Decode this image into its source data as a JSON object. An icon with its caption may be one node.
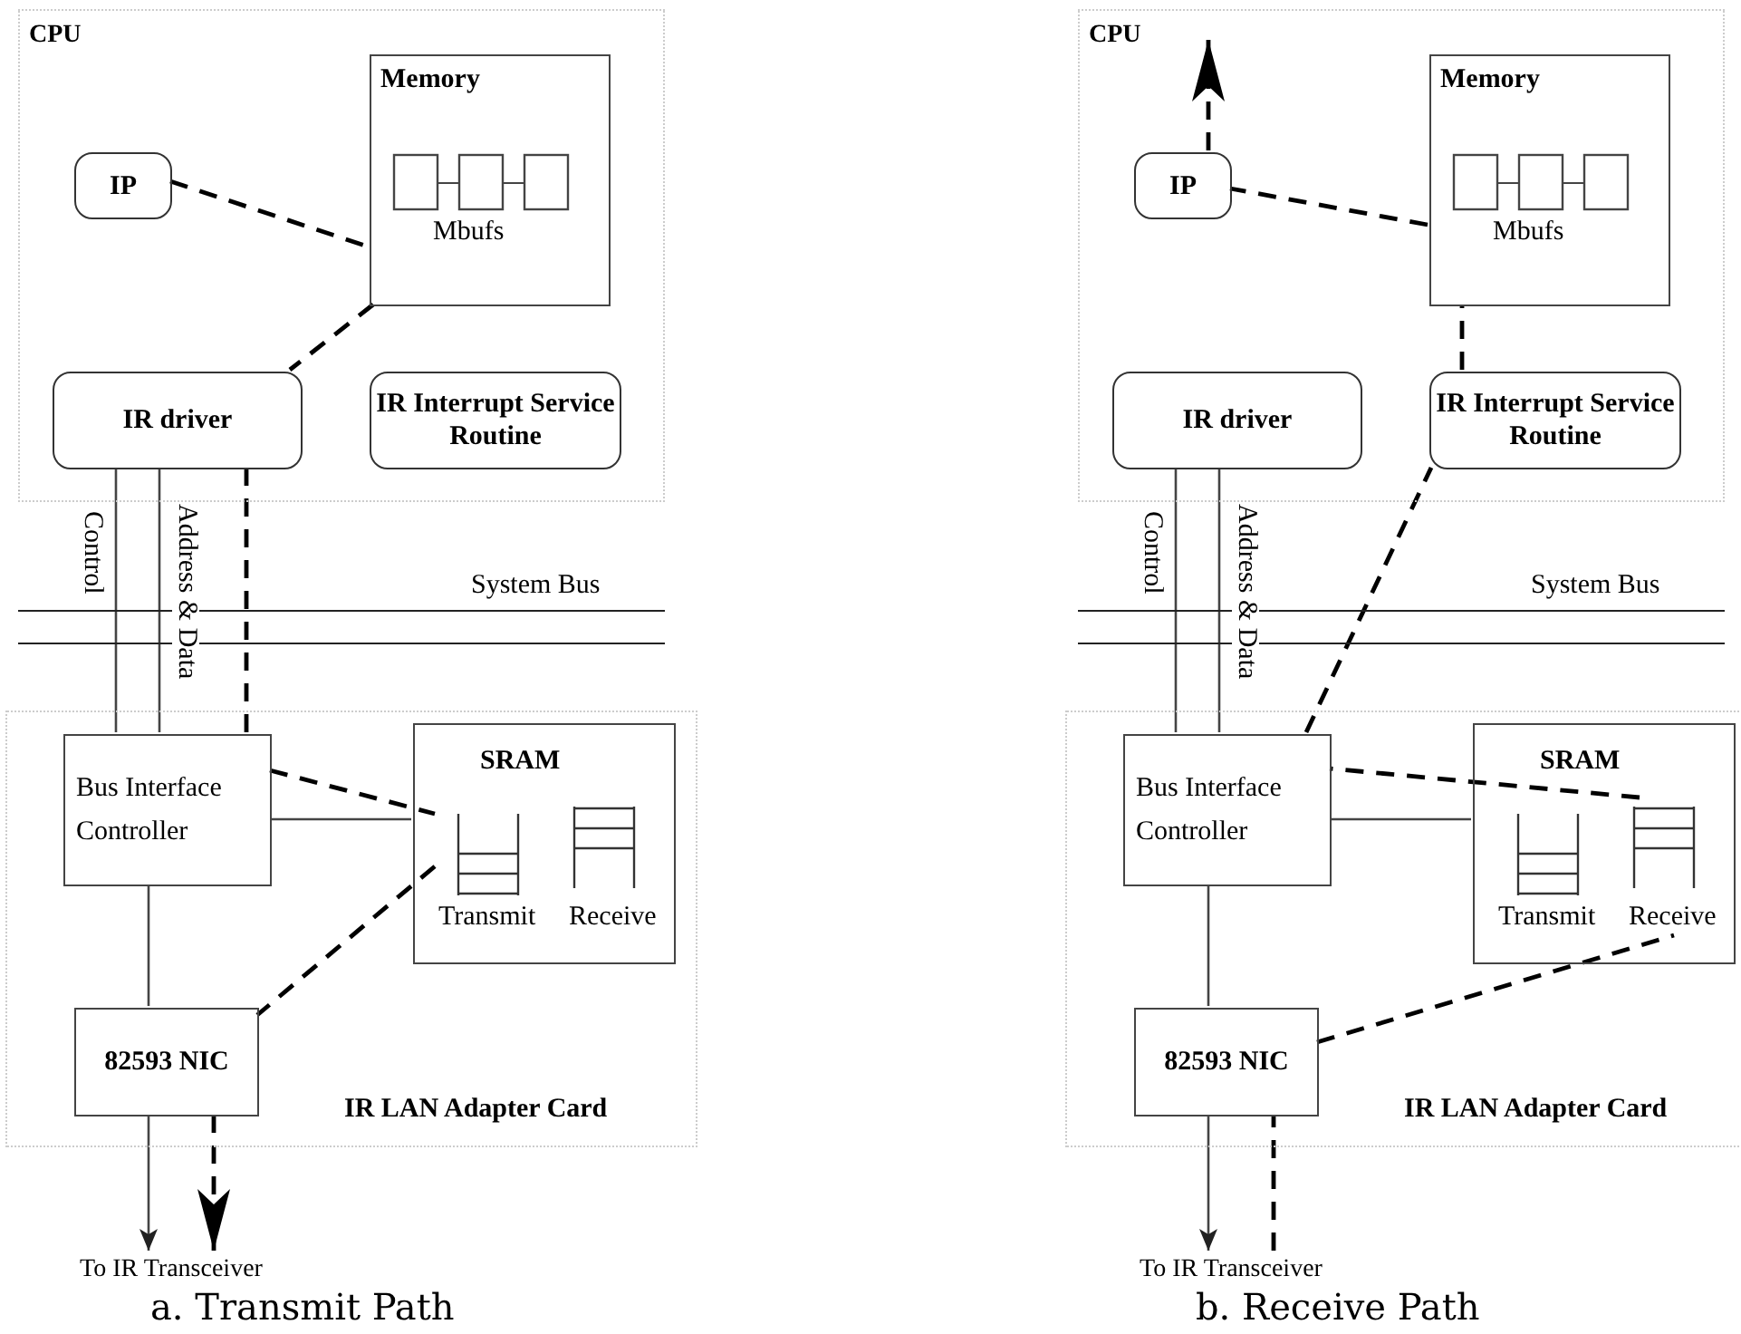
{
  "diagram": {
    "nodes": [
      {
        "text": [
          "CPU"
        ]
      },
      {
        "text": [
          "Memory",
          "Mbufs"
        ],
        "in": 0
      },
      {
        "text": [
          "IP"
        ],
        "in": 0
      },
      {
        "text": [
          "IR driver"
        ],
        "in": 0
      },
      {
        "text": [
          "IR Interrupt Service Routine"
        ],
        "in": 0
      },
      {
        "text": [
          "IR LAN Adapter Card"
        ]
      },
      {
        "text": [
          "Bus Interface Controller"
        ],
        "in": 5
      },
      {
        "text": [
          "SRAM"
        ],
        "in": 5
      },
      {
        "text": [
          "Transmit"
        ],
        "in": 7
      },
      {
        "text": [
          "Receive"
        ],
        "in": 7
      },
      {
        "text": [
          "82593 NIC"
        ],
        "in": 5
      },
      {
        "text": [
          "To IR Transceiver"
        ]
      },
      {
        "text": [
          "CPU"
        ]
      },
      {
        "text": [
          "Memory",
          "Mbufs"
        ],
        "in": 12
      },
      {
        "text": [
          "IP"
        ],
        "in": 12
      },
      {
        "text": [
          "IR driver"
        ],
        "in": 12
      },
      {
        "text": [
          "IR Interrupt Service Routine"
        ],
        "in": 12
      },
      {
        "text": [
          "IR LAN Adapter Card"
        ]
      },
      {
        "text": [
          "Bus Interface Controller"
        ],
        "in": 17
      },
      {
        "text": [
          "SRAM"
        ],
        "in": 17
      },
      {
        "text": [
          "Transmit"
        ],
        "in": 19
      },
      {
        "text": [
          "Receive"
        ],
        "in": 19
      },
      {
        "text": [
          "82593 NIC"
        ],
        "in": 17
      },
      {
        "text": [
          "To IR Transceiver"
        ]
      }
    ],
    "edges": [
      {
        "from": 6,
        "to": 7,
        "arrow": "none"
      },
      {
        "from": 6,
        "to": 10,
        "arrow": "none"
      },
      {
        "from": 10,
        "to": 11,
        "arrow": "to"
      },
      {
        "from": 3,
        "to": 6,
        "arrow": "none",
        "label": "Control"
      },
      {
        "from": 3,
        "to": 6,
        "arrow": "none",
        "label": "Address & Data"
      },
      {
        "from": 2,
        "to": 1,
        "arrow": "none",
        "style": "dashed"
      },
      {
        "from": 1,
        "to": 3,
        "arrow": "none",
        "style": "dashed"
      },
      {
        "from": 3,
        "to": 6,
        "arrow": "none",
        "style": "dashed"
      },
      {
        "from": 6,
        "to": 8,
        "arrow": "none",
        "style": "dashed"
      },
      {
        "from": 8,
        "to": 10,
        "arrow": "none",
        "style": "dashed"
      },
      {
        "from": 10,
        "to": 11,
        "arrow": "to",
        "style": "dashed"
      },
      {
        "from": 18,
        "to": 19,
        "arrow": "none"
      },
      {
        "from": 18,
        "to": 22,
        "arrow": "none"
      },
      {
        "from": 22,
        "to": 23,
        "arrow": "to"
      },
      {
        "from": 15,
        "to": 18,
        "arrow": "none",
        "label": "Control"
      },
      {
        "from": 15,
        "to": 18,
        "arrow": "none",
        "label": "Address & Data"
      },
      {
        "from": 23,
        "to": 22,
        "arrow": "none",
        "style": "dashed"
      },
      {
        "from": 22,
        "to": 21,
        "arrow": "none",
        "style": "dashed"
      },
      {
        "from": 21,
        "to": 18,
        "arrow": "none",
        "style": "dashed"
      },
      {
        "from": 18,
        "to": 16,
        "arrow": "none",
        "style": "dashed"
      },
      {
        "from": 16,
        "to": 13,
        "arrow": "none",
        "style": "dashed"
      },
      {
        "from": 13,
        "to": 14,
        "arrow": "none",
        "style": "dashed"
      },
      {
        "from": 14,
        "to": null,
        "arrow": "to",
        "style": "dashed"
      }
    ],
    "labels": [
      "System Bus",
      "System Bus",
      "a. Transmit Path",
      "b. Receive Path"
    ]
  }
}
